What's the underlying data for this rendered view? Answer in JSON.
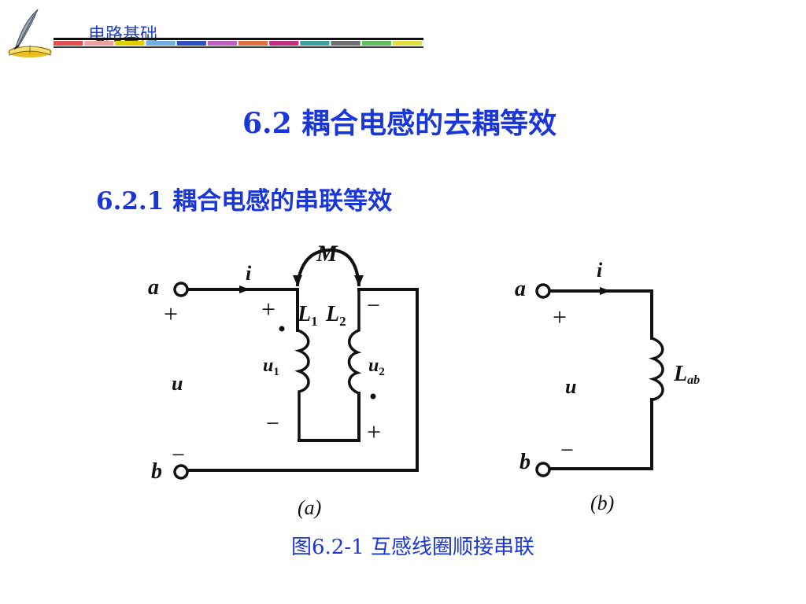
{
  "header": {
    "course_title": "电路基础",
    "bar_colors": [
      "#e05050",
      "#f0a0a0",
      "#e0d000",
      "#70b0e0",
      "#3050c0",
      "#c060c0",
      "#e07040",
      "#c03080",
      "#40a0a0",
      "#707070",
      "#60c060",
      "#e0e040"
    ]
  },
  "section_title": "6.2  耦合电感的去耦等效",
  "subsection_title": "6.2.1 耦合电感的串联等效",
  "figure": {
    "caption": "图6.2-1  互感线圈顺接串联",
    "a": {
      "label": "(a)",
      "terminal_a": "a",
      "terminal_b": "b",
      "current": "i",
      "mutual": "M",
      "voltage": "u",
      "plus": "+",
      "minus": "−",
      "L1": "L",
      "L1_sub": "1",
      "L2": "L",
      "L2_sub": "2",
      "u1": "u",
      "u1_sub": "1",
      "u2": "u",
      "u2_sub": "2"
    },
    "b": {
      "label": "(b)",
      "terminal_a": "a",
      "terminal_b": "b",
      "current": "i",
      "voltage": "u",
      "plus": "+",
      "minus": "−",
      "Lab": "L",
      "Lab_sub": "ab"
    }
  }
}
